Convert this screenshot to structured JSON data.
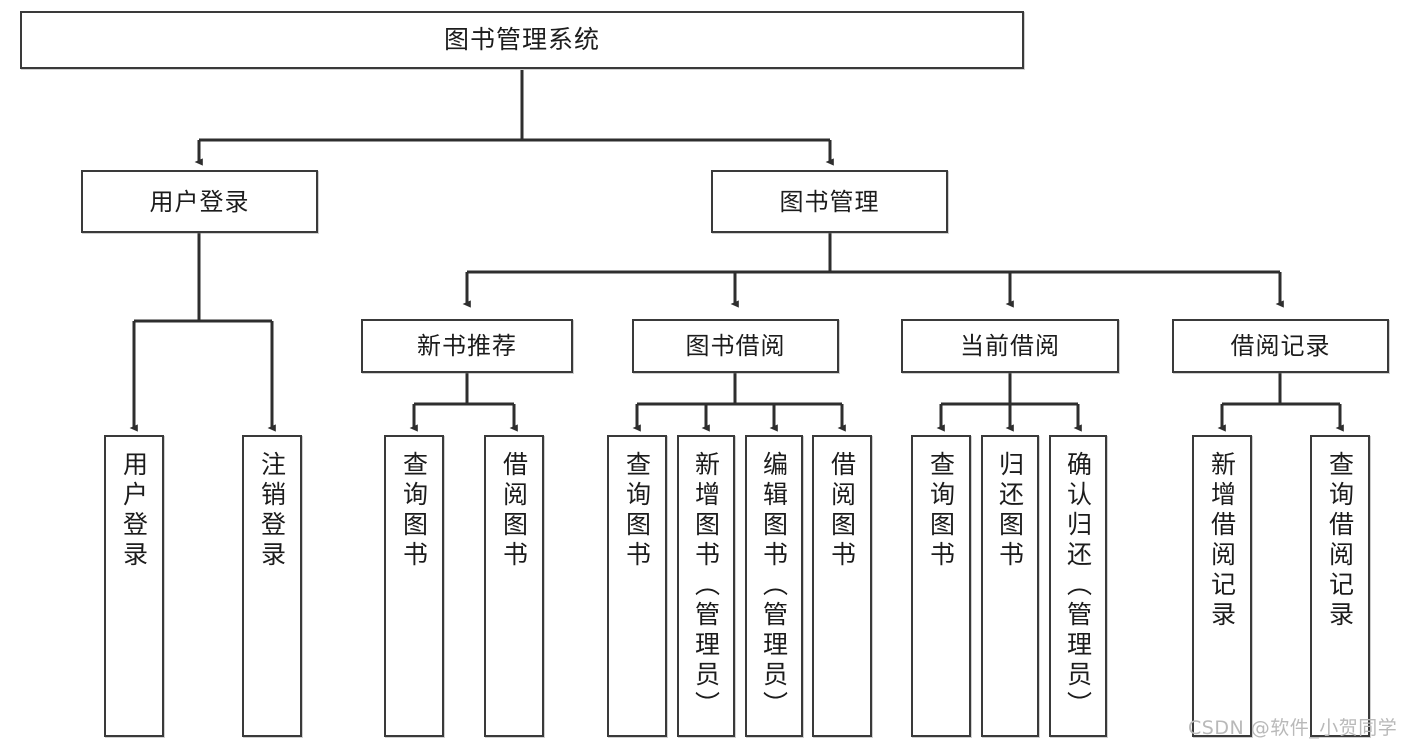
{
  "diagram": {
    "title": "图书管理系统",
    "type": "hierarchy-tree",
    "style": {
      "box_border_color": "#3a3a3a",
      "box_fill": "#ffffff",
      "line_color": "#2e2e2e",
      "text_color": "#1c1c1c",
      "background": "#ffffff"
    },
    "levels": [
      {
        "level": 1,
        "nodes": [
          {
            "id": "root",
            "label": "图书管理系统",
            "orientation": "horizontal"
          }
        ]
      },
      {
        "level": 2,
        "nodes": [
          {
            "id": "user-login",
            "label": "用户登录",
            "orientation": "horizontal",
            "parent": "root"
          },
          {
            "id": "book-manage",
            "label": "图书管理",
            "orientation": "horizontal",
            "parent": "root"
          }
        ]
      },
      {
        "level": 3,
        "nodes": [
          {
            "id": "new-book-rec",
            "label": "新书推荐",
            "orientation": "horizontal",
            "parent": "book-manage"
          },
          {
            "id": "book-borrow",
            "label": "图书借阅",
            "orientation": "horizontal",
            "parent": "book-manage"
          },
          {
            "id": "current-borrow",
            "label": "当前借阅",
            "orientation": "horizontal",
            "parent": "book-manage"
          },
          {
            "id": "borrow-record",
            "label": "借阅记录",
            "orientation": "horizontal",
            "parent": "book-manage"
          }
        ]
      },
      {
        "level": 4,
        "nodes": [
          {
            "id": "leaf-user-login",
            "label": "用户登录",
            "orientation": "vertical",
            "parent": "user-login"
          },
          {
            "id": "leaf-logout-login",
            "label": "注销登录",
            "orientation": "vertical",
            "parent": "user-login"
          },
          {
            "id": "leaf-query-book-1",
            "label": "查询图书",
            "orientation": "vertical",
            "parent": "new-book-rec"
          },
          {
            "id": "leaf-borrow-book-1",
            "label": "借阅图书",
            "orientation": "vertical",
            "parent": "new-book-rec"
          },
          {
            "id": "leaf-query-book-2",
            "label": "查询图书",
            "orientation": "vertical",
            "parent": "book-borrow"
          },
          {
            "id": "leaf-add-book",
            "label": "新增图书（管理员）",
            "orientation": "vertical",
            "parent": "book-borrow"
          },
          {
            "id": "leaf-edit-book",
            "label": "编辑图书（管理员）",
            "orientation": "vertical",
            "parent": "book-borrow"
          },
          {
            "id": "leaf-borrow-book-2",
            "label": "借阅图书",
            "orientation": "vertical",
            "parent": "book-borrow"
          },
          {
            "id": "leaf-query-book-3",
            "label": "查询图书",
            "orientation": "vertical",
            "parent": "current-borrow"
          },
          {
            "id": "leaf-return-book",
            "label": "归还图书",
            "orientation": "vertical",
            "parent": "current-borrow"
          },
          {
            "id": "leaf-confirm-return",
            "label": "确认归还（管理员）",
            "orientation": "vertical",
            "parent": "current-borrow"
          },
          {
            "id": "leaf-add-record",
            "label": "新增借阅记录",
            "orientation": "vertical",
            "parent": "borrow-record"
          },
          {
            "id": "leaf-query-record",
            "label": "查询借阅记录",
            "orientation": "vertical",
            "parent": "borrow-record"
          }
        ]
      }
    ]
  },
  "watermark": {
    "text": "CSDN @软件_小贺同学"
  }
}
